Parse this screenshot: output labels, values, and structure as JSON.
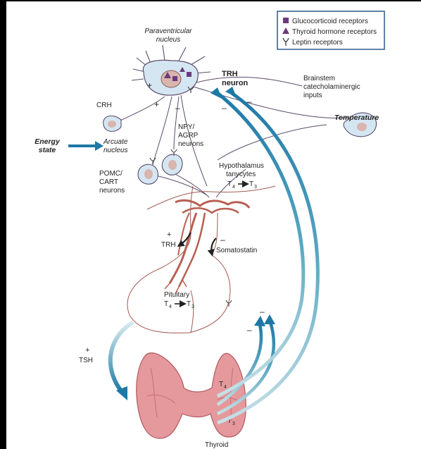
{
  "legend": {
    "items": [
      {
        "label": "Glucocorticoid receptors"
      },
      {
        "label": "Thyroid hormone receptors"
      },
      {
        "label": "Leptin receptors"
      }
    ]
  },
  "labels": {
    "paraventricular_1": "Paraventricular",
    "paraventricular_2": "nucleus",
    "trh_neuron_1": "TRH",
    "trh_neuron_2": "neuron",
    "brainstem_1": "Brainstem",
    "brainstem_2": "catecholaminergic",
    "brainstem_3": "inputs",
    "temperature": "Temperature",
    "crh": "CRH",
    "energy_1": "Energy",
    "energy_2": "state",
    "arcuate_1": "Arcuate",
    "arcuate_2": "nucleus",
    "npy_1": "NPY/",
    "npy_2": "AGRP",
    "npy_3": "neurons",
    "pomc_1": "POMC/",
    "pomc_2": "CART",
    "pomc_3": "neurons",
    "hypo_1": "Hypothalamus",
    "hypo_2": "tanycytes",
    "trh_lower": "TRH",
    "somatostatin": "Somatostatin",
    "pituitary": "Pituitary",
    "tsh": "TSH",
    "thyroid": "Thyroid",
    "t4": "T",
    "t3": "T",
    "sub4": "4",
    "sub3": "3"
  },
  "signs": {
    "plus": "+",
    "minus": "–"
  },
  "colors": {
    "teal": "#1d78a6",
    "cell_fill": "#d5e6f3",
    "nucleus_fill": "#d9b5ad",
    "vessel": "#b85f52",
    "thyroid_fill": "#e5999c",
    "receptor_purple": "#6a3b7c",
    "legend_border": "#2a5a8a"
  }
}
